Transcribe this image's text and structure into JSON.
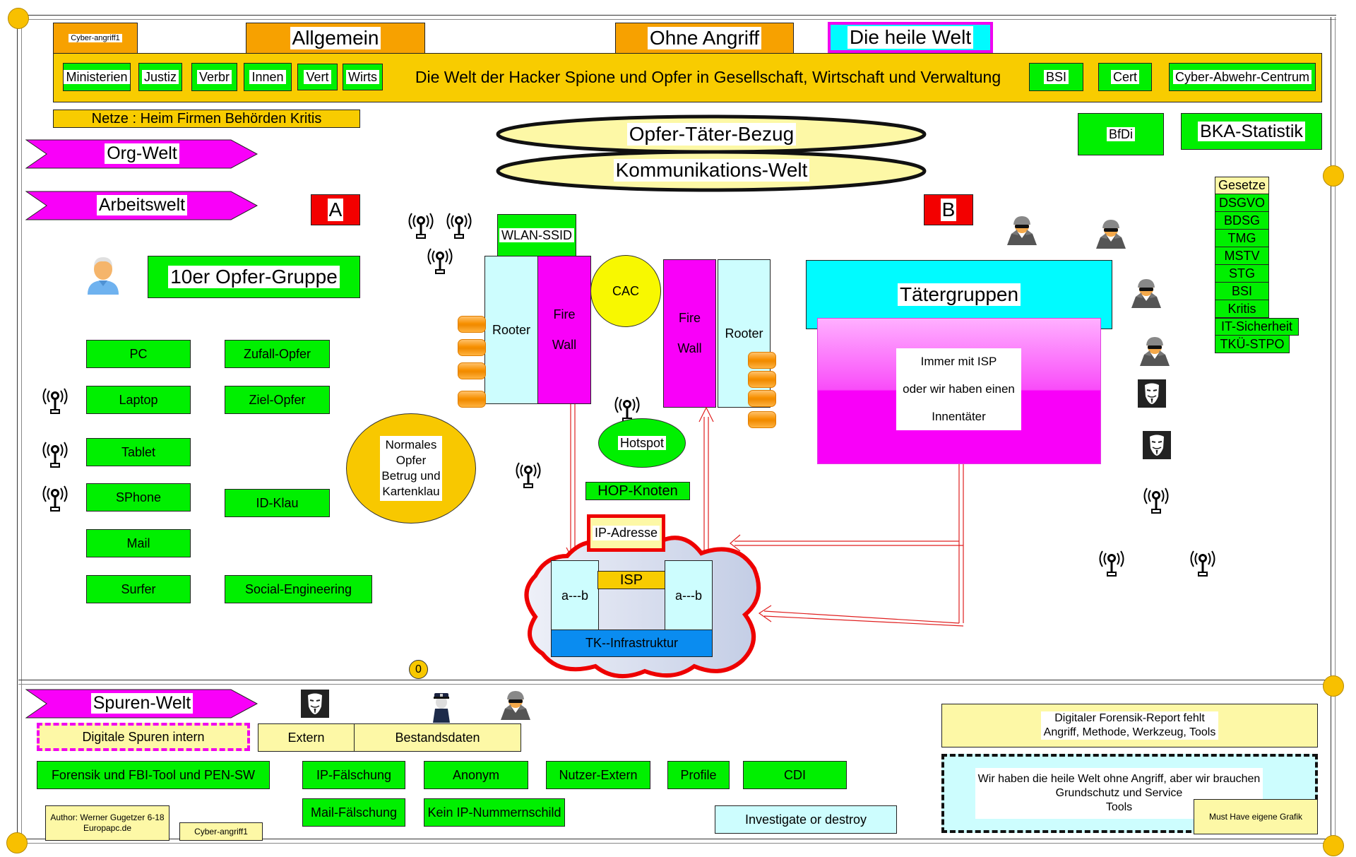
{
  "top": {
    "badge": "Cyber-angriff1",
    "tabs": [
      "Allgemein",
      "Ohne Angriff",
      "Die heile Welt"
    ],
    "banner_title": "Die Welt der Hacker Spione und Opfer in Gesellschaft, Wirtschaft und Verwaltung",
    "ministries": [
      "Ministerien",
      "Justiz",
      "Verbr",
      "Innen",
      "Vert",
      "Wirts"
    ],
    "agencies": [
      "BSI",
      "Cert",
      "Cyber-Abwehr-Centrum"
    ],
    "netze": "Netze : Heim Firmen Behörden Kritis",
    "bfdi": "BfDi",
    "bka": "BKA-Statistik"
  },
  "ellipses": [
    "Opfer-Täter-Bezug",
    "Kommunikations-Welt"
  ],
  "left": {
    "banners": [
      "Org-Welt",
      "Arbeitswelt"
    ],
    "marker_a": "A",
    "victim_group": "10er Opfer-Gruppe",
    "devices": [
      "PC",
      "Laptop",
      "Tablet",
      "SPhone",
      "Mail",
      "Surfer"
    ],
    "victim_types": [
      "Zufall-Opfer",
      "Ziel-Opfer",
      "ID-Klau",
      "Social-Engineering"
    ],
    "normal_victim": [
      "Normales",
      "Opfer",
      "Betrug und",
      "Kartenklau"
    ]
  },
  "network": {
    "wlan": "WLAN-SSID",
    "router_left": "Rooter",
    "firewall_left": [
      "Fire",
      "Wall"
    ],
    "cac": "CAC",
    "firewall_right": [
      "Fire",
      "Wall"
    ],
    "router_right": "Rooter",
    "hotspot": "Hotspot",
    "hop": "HOP-Knoten",
    "ip": "IP-Adresse",
    "isp": "ISP",
    "ab_left": "a---b",
    "ab_right": "a---b",
    "tk": "TK--Infrastruktur",
    "counter": "0"
  },
  "right": {
    "marker_b": "B",
    "perp_title": "Tätergruppen",
    "perp_note": [
      "Immer mit ISP",
      "oder wir haben einen",
      "Innentäter"
    ],
    "laws_header": "Gesetze",
    "laws": [
      "DSGVO",
      "BDSG",
      "TMG",
      "MSTV",
      "STG",
      "BSI",
      "Kritis",
      "IT-Sicherheit",
      "TKÜ-STPO"
    ]
  },
  "bottom": {
    "banner": "Spuren-Welt",
    "traces_intern": "Digitale Spuren intern",
    "extern": "Extern",
    "bestandsdaten": "Bestandsdaten",
    "forensik": "Forensik und FBI-Tool und PEN-SW",
    "tags_row1": [
      "IP-Fälschung",
      "Anonym",
      "Nutzer-Extern",
      "Profile",
      "CDI"
    ],
    "tags_row2": [
      "Mail-Fälschung",
      "Kein IP-Nummernschild"
    ],
    "investigate": "Investigate or destroy",
    "author_line1": "Author: Werner Gugetzer  6-18",
    "author_line2": "Europapc.de",
    "badge": "Cyber-angriff1",
    "report_line1": "Digitaler Forensik-Report fehlt",
    "report_line2": "Angriff, Methode, Werkzeug, Tools",
    "need_line1": "Wir haben die heile Welt ohne Angriff, aber wir brauchen",
    "need_line2": "Grundschutz und Service",
    "need_line3": "Tools",
    "must_have": "Must Have  eigene Grafik"
  }
}
